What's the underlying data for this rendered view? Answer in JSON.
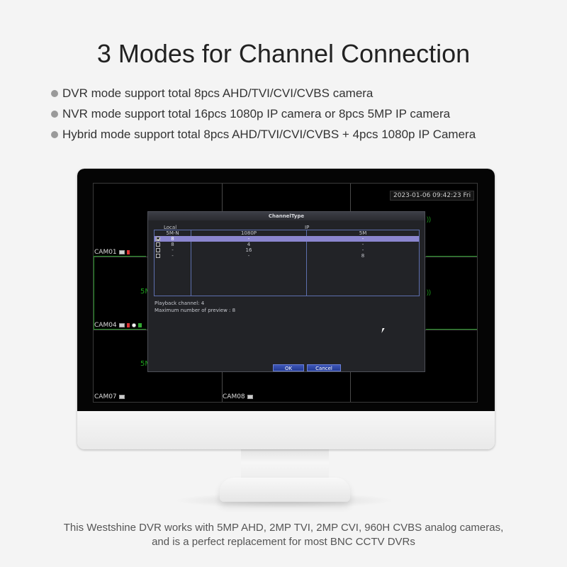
{
  "headline": "3 Modes for Channel Connection",
  "bullets": [
    "DVR mode support total 8pcs AHD/TVI/CVI/CVBS camera",
    "NVR mode support total 16pcs 1080p IP camera or 8pcs 5MP IP camera",
    "Hybrid mode support total 8pcs AHD/TVI/CVI/CVBS + 4pcs 1080p IP Camera"
  ],
  "dvr": {
    "clock": "2023-01-06 09:42:23 Fri",
    "cameras": [
      "CAM01",
      "CAM04",
      "CAM07",
      "CAM08"
    ],
    "res_badge": "5M"
  },
  "dialog": {
    "title": "ChannelType",
    "group_local": "Local",
    "group_ip": "IP",
    "headers": [
      "5M-N",
      "1080P",
      "5M"
    ],
    "rows": [
      {
        "checked": true,
        "selected": true,
        "local": "8",
        "p1080": "-",
        "m5": "-"
      },
      {
        "checked": false,
        "selected": false,
        "local": "8",
        "p1080": "4",
        "m5": "-"
      },
      {
        "checked": false,
        "selected": false,
        "local": "-",
        "p1080": "16",
        "m5": "-"
      },
      {
        "checked": false,
        "selected": false,
        "local": "-",
        "p1080": "-",
        "m5": "8"
      }
    ],
    "playback": "Playback channel: 4",
    "max_preview": "Maximum number of preview   : 8",
    "ok": "OK",
    "cancel": "Cancel"
  },
  "caption_line1": "This Westshine DVR works with 5MP AHD, 2MP TVI, 2MP CVI, 960H CVBS analog cameras,",
  "caption_line2": "and is a perfect replacement for most BNC CCTV DVRs"
}
